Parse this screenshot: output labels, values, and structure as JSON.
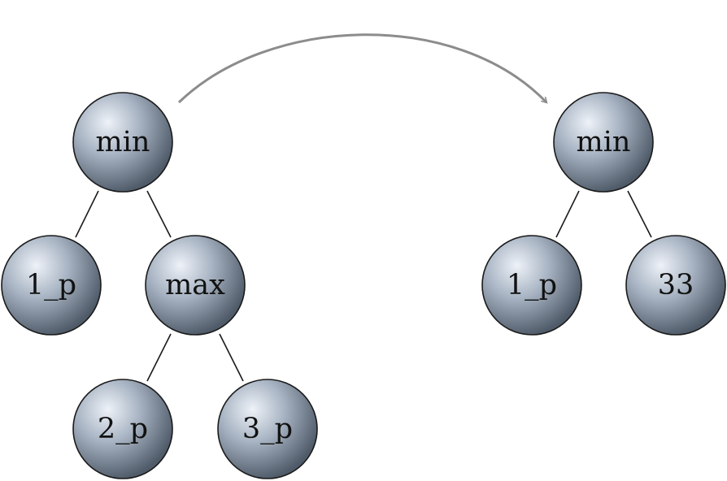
{
  "colors": {
    "ball_highlight": "#eef2f8",
    "ball_mid": "#a9b5c4",
    "ball_shadow": "#4f5b69",
    "edge": "#1a1a1a",
    "arrow": "#8c8c8c"
  },
  "left_tree": {
    "root": {
      "label": "min"
    },
    "left_child": {
      "label": "1_p"
    },
    "right_child": {
      "label": "max"
    },
    "right_left_child": {
      "label": "2_p"
    },
    "right_right_child": {
      "label": "3_p"
    }
  },
  "right_tree": {
    "root": {
      "label": "min"
    },
    "left_child": {
      "label": "1_p"
    },
    "right_child": {
      "label": "33"
    }
  }
}
